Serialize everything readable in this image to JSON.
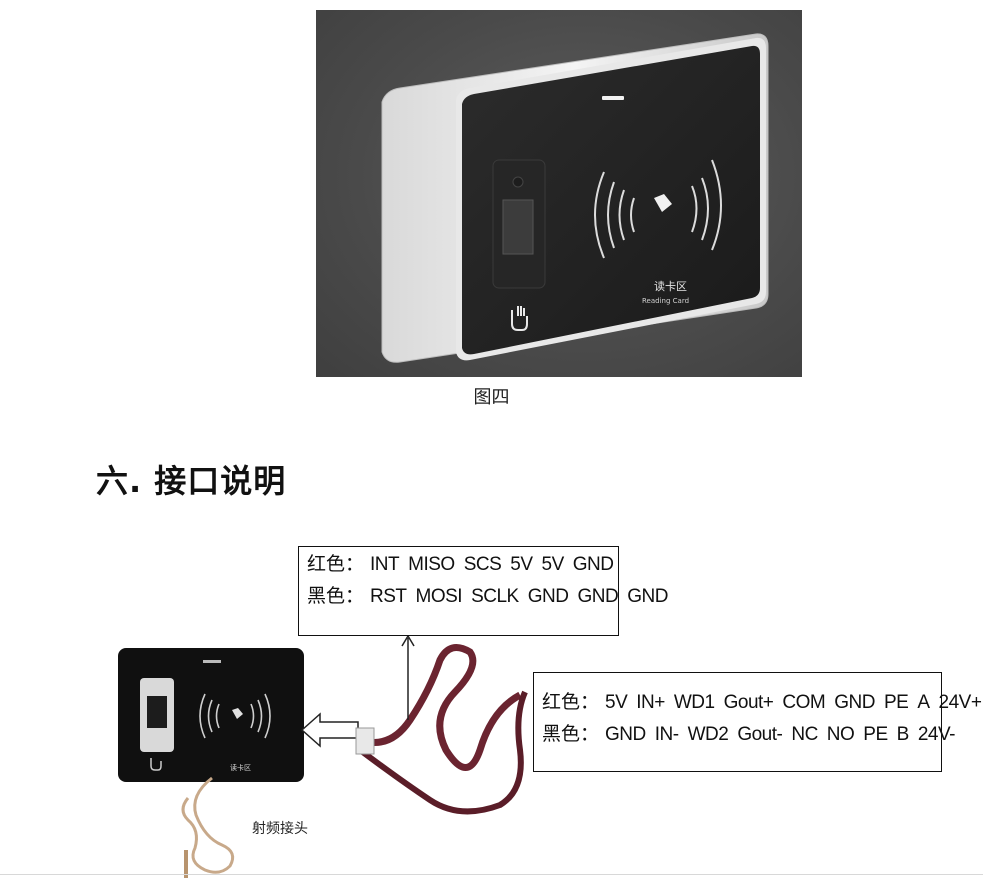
{
  "figure4": {
    "panel_text_cn": "读卡区",
    "panel_text_en": "Reading Card",
    "caption": "图四"
  },
  "section": {
    "heading": "六. 接口说明"
  },
  "wiring": {
    "top_box": {
      "red": {
        "label": "红色：",
        "pins": [
          "INT",
          "MISO",
          "SCS",
          "5V",
          "5V",
          "GND"
        ]
      },
      "black": {
        "label": "黑色：",
        "pins": [
          "RST",
          "MOSI",
          "SCLK",
          "GND",
          "GND",
          "GND"
        ]
      }
    },
    "right_box": {
      "red": {
        "label": "红色：",
        "pins": [
          "5V",
          "IN+",
          "WD1",
          "Gout+",
          "COM",
          "GND",
          "PE",
          "A",
          "24V+"
        ]
      },
      "black": {
        "label": "黑色：",
        "pins": [
          "GND",
          "IN-",
          "WD2",
          "Gout-",
          "NC",
          "NO",
          "PE",
          "B",
          "24V-"
        ]
      }
    },
    "device_panel_text": "读卡区",
    "rf_label": "射频接头"
  }
}
